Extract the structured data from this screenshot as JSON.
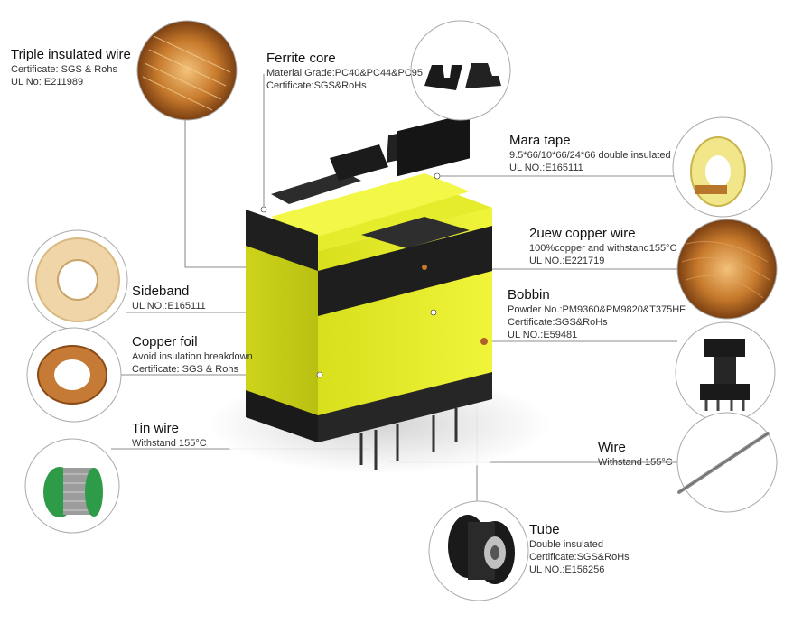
{
  "callouts": {
    "triple_wire": {
      "title": "Triple insulated wire",
      "lines": [
        "Certificate: SGS & Rohs",
        "UL No: E211989"
      ]
    },
    "ferrite": {
      "title": "Ferrite core",
      "lines": [
        "Material Grade:PC40&PC44&PC95",
        "Certificate:SGS&RoHs"
      ]
    },
    "mara": {
      "title": "Mara tape",
      "lines": [
        "9.5*66/10*66/24*66 double insulated",
        "UL NO.:E165111"
      ]
    },
    "copper_wire": {
      "title": "2uew copper wire",
      "lines": [
        "100%copper and withstand155°C",
        "UL NO.:E221719"
      ]
    },
    "sideband": {
      "title": "Sideband",
      "lines": [
        "UL NO.:E165111"
      ]
    },
    "bobbin": {
      "title": "Bobbin",
      "lines": [
        "Powder No.:PM9360&PM9820&T375HF",
        "Certificate:SGS&RoHs",
        "UL NO.:E59481"
      ]
    },
    "copper_foil": {
      "title": "Copper foil",
      "lines": [
        "Avoid insulation breakdown",
        "Certificate: SGS & Rohs"
      ]
    },
    "tin_wire": {
      "title": "Tin wire",
      "lines": [
        "Withstand 155°C"
      ]
    },
    "wire": {
      "title": "Wire",
      "lines": [
        "Withstand 155°C"
      ]
    },
    "tube": {
      "title": "Tube",
      "lines": [
        "Double insulated",
        "Certificate:SGS&RoHs",
        "UL NO.:E156256"
      ]
    }
  },
  "colors": {
    "yellow_tape": "#e8ef2a",
    "core_black": "#1c1c1c",
    "copper": "#c9782e",
    "leader": "#555555"
  }
}
